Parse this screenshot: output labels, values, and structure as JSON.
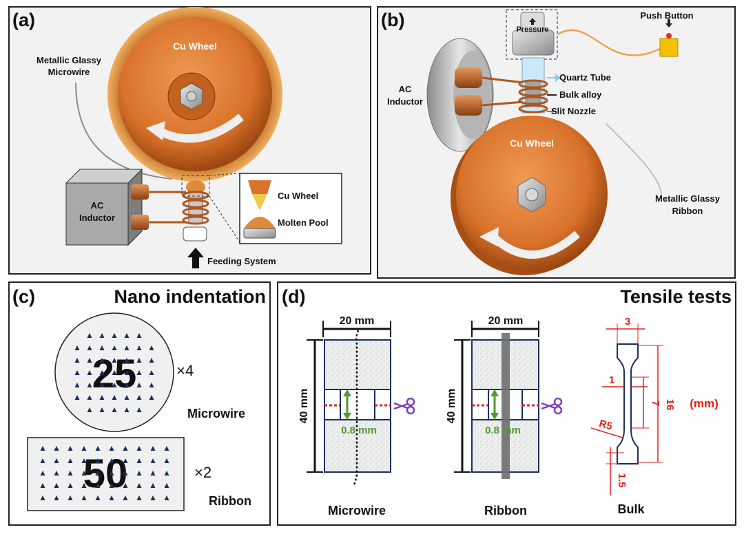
{
  "panels": {
    "a": {
      "letter": "(a)",
      "wheel_label": "Cu Wheel",
      "microwire_label_1": "Metallic Glassy",
      "microwire_label_2": "Microwire",
      "inductor_label_1": "AC",
      "inductor_label_2": "Inductor",
      "inset_wheel": "Cu Wheel",
      "inset_pool": "Molten Pool",
      "feeding": "Feeding System"
    },
    "b": {
      "letter": "(b)",
      "pressure": "Pressure",
      "push_button": "Push Button",
      "quartz_tube": "Quartz Tube",
      "bulk_alloy": "Bulk alloy",
      "slit_nozzle": "Slit Nozzle",
      "inductor_label_1": "AC",
      "inductor_label_2": "Inductor",
      "wheel_label": "Cu Wheel",
      "ribbon_label_1": "Metallic Glassy",
      "ribbon_label_2": "Ribbon"
    },
    "c": {
      "letter": "(c)",
      "title": "Nano indentation",
      "circle_number": "25",
      "circle_mult": "×4",
      "circle_label": "Microwire",
      "rect_number": "50",
      "rect_mult": "×2",
      "rect_label": "Ribbon"
    },
    "d": {
      "letter": "(d)",
      "title": "Tensile tests",
      "width_dim": "20 mm",
      "height_dim": "40 mm",
      "gap_dim": "0.8 mm",
      "width_dim_2": "20 mm",
      "height_dim_2": "40 mm",
      "gap_dim_2": "0.8 mm",
      "microwire": "Microwire",
      "ribbon": "Ribbon",
      "bulk": "Bulk",
      "dim_3": "3",
      "dim_1": "1",
      "dim_7": "7",
      "dim_16": "16",
      "dim_r5": "R5",
      "dim_15": "1.5",
      "units": "(mm)"
    }
  },
  "colors": {
    "copper": "#d9722a",
    "copper_dark": "#a84f12",
    "dimension_red": "#e0201a",
    "gap_green": "#4e9a2e",
    "frame_navy": "#1c2e5c"
  }
}
